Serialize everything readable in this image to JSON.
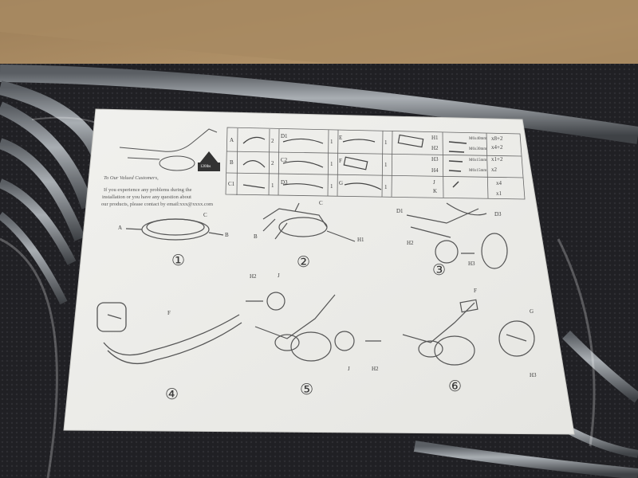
{
  "scene": {
    "description_colors": {
      "cardboard": "#a88a62",
      "sheet": "#f4f4f1",
      "ink": "#3a3a3a",
      "tube": "#7c8186",
      "mesh": "#1e1e22"
    }
  },
  "sheet": {
    "intro": {
      "heading": "To Our Valued Customers,",
      "line1": "If you experience any problems during the",
      "line2": "installation or you have any question about",
      "line3": "our products, please contact by email:xxx@xxxx.com"
    },
    "weight_badge": "120lbs",
    "parts_table": {
      "rows": [
        {
          "a": "A",
          "qa": "2",
          "b": "D1",
          "qb": "1",
          "c": "E",
          "qc": "1"
        },
        {
          "a": "B",
          "qa": "2",
          "b": "C2",
          "qb": "1",
          "c": "F",
          "qc": "1"
        },
        {
          "a": "C1",
          "qa": "1",
          "b": "D3",
          "qb": "1",
          "c": "G",
          "qc": "1"
        }
      ],
      "hardware": [
        {
          "code": "H1",
          "size": "M6x40mm",
          "qty": "x8+2"
        },
        {
          "code": "H2",
          "size": "M6x30mm",
          "qty": "x4+2"
        },
        {
          "code": "H3",
          "size": "M6x15mm",
          "qty": "x1+2"
        },
        {
          "code": "H4",
          "size": "M6x15mm",
          "qty": "x2"
        },
        {
          "code": "J",
          "size": "",
          "qty": "x4"
        },
        {
          "code": "K",
          "size": "",
          "qty": "x1"
        }
      ]
    },
    "steps": [
      "①",
      "②",
      "③",
      "④",
      "⑤",
      "⑥"
    ],
    "callouts": {
      "s1_left": "A",
      "s1_right": "B",
      "s1_top": "C",
      "s2_top": "C",
      "s2_left": "B",
      "s2_right": "H1",
      "s3_a": "D1",
      "s3_b": "D3",
      "s3_c": "H2",
      "s3_d": "H3",
      "s4": "F",
      "s5_a": "H2",
      "s5_b": "J",
      "s5_c": "J",
      "s5_d": "H2",
      "s6_a": "F",
      "s6_b": "G",
      "s6_c": "H3"
    }
  }
}
